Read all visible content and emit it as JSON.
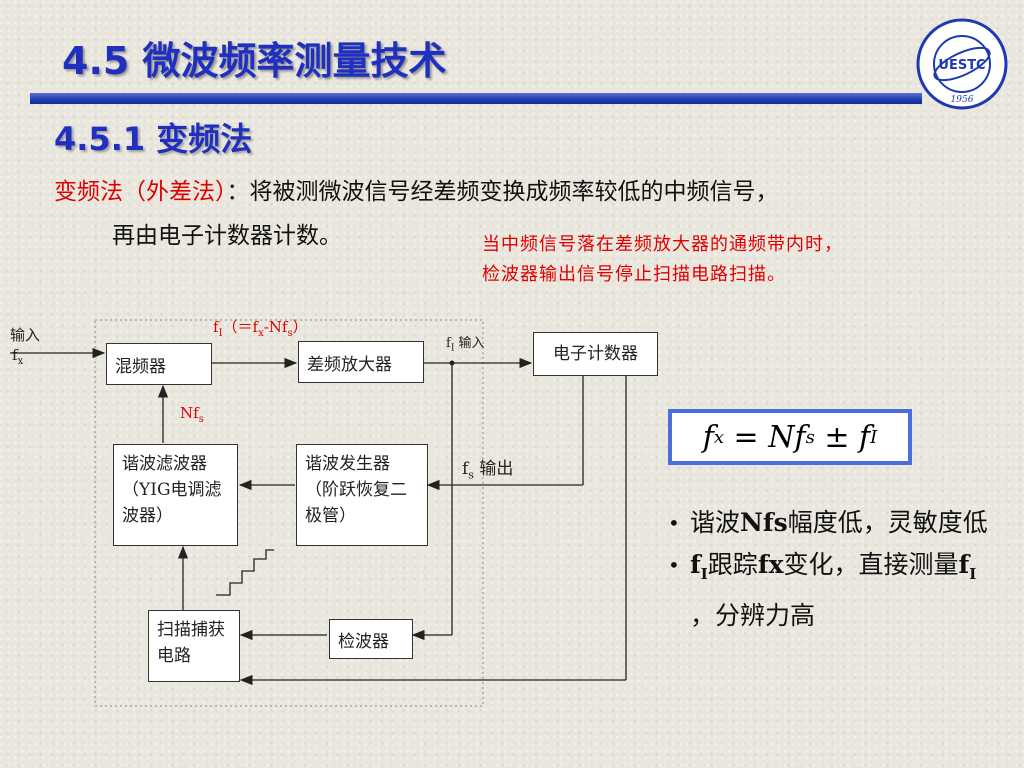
{
  "title": "4.5  微波频率测量技术",
  "subtitle": "4.5.1  变频法",
  "definition": {
    "term": "变频法（外差法）",
    "text": "：将被测微波信号经差频变换成频率较低的中频信号，",
    "text2": "再由电子计数器计数。"
  },
  "note": [
    "当中频信号落在差频放大器的通频带内时，",
    "检波器输出信号停止扫描电路扫描。"
  ],
  "logo": {
    "text": "UESTC",
    "year": "1956"
  },
  "diagram": {
    "input_label": "输入",
    "input_sym": "f",
    "input_sub": "x",
    "fi_label": {
      "f": "f",
      "sub": "I",
      "eq": "（＝f",
      "x": "x",
      "minus": "-Nf",
      "s": "s",
      "close": "）"
    },
    "fi_input": {
      "f": "f",
      "sub": "I",
      "text": " 输入"
    },
    "nfs": {
      "t": "Nf",
      "s": "s"
    },
    "fs_out": {
      "f": "f",
      "sub": "s",
      "text": " 输出"
    },
    "boxes": {
      "mixer": "混频器",
      "amplifier": "差频放大器",
      "counter": "电子计数器",
      "filter": "谐波滤波器（YIG电调滤波器）",
      "generator": "谐波发生器（阶跃恢复二极管）",
      "scan": "扫描捕获电路",
      "detector": "检波器"
    }
  },
  "formula": "f",
  "bullets": [
    {
      "a": "谐波",
      "b": "Nfs",
      "c": "幅度低，灵敏度低"
    },
    {
      "a": "f",
      "sub": "I",
      "c1": "跟踪",
      "b": "fx",
      "c2": "变化，直接测量",
      "b2": "f",
      "sub2": "I",
      "c3": " ，分辨力高"
    }
  ],
  "colors": {
    "title": "#1f2fc0",
    "accent_red": "#e00000",
    "formula_border": "#4a6fdc"
  }
}
